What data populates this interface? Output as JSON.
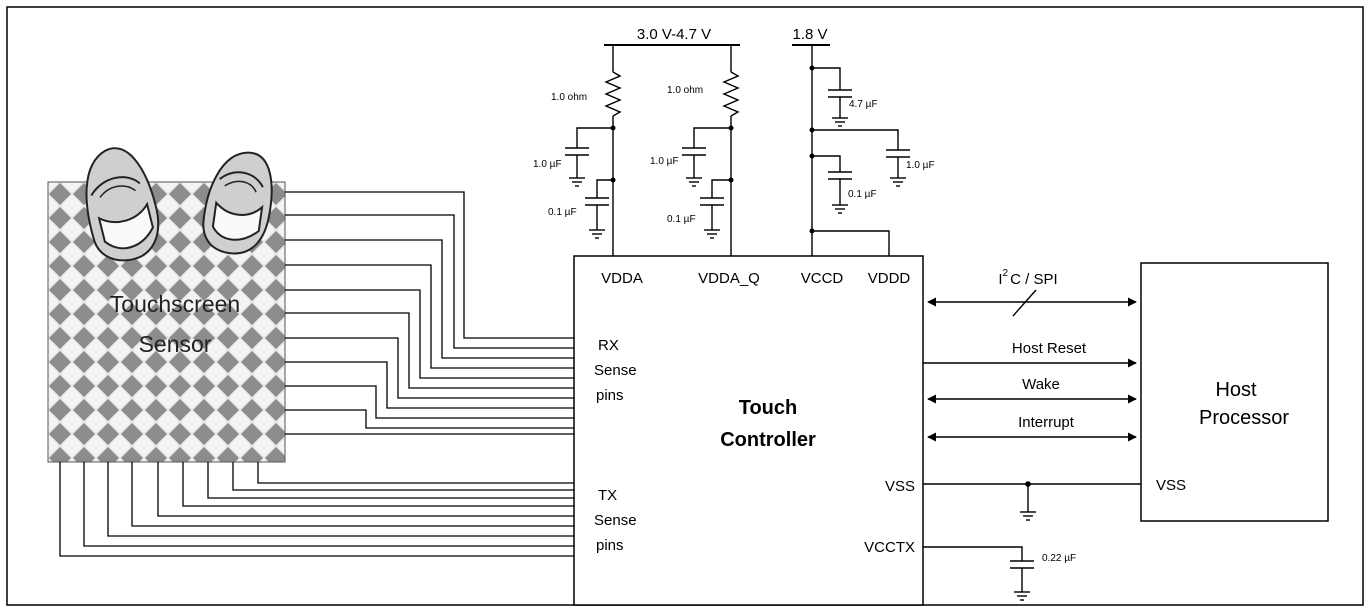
{
  "sensor": {
    "label_line1": "Touchscreen",
    "label_line2": "Sensor"
  },
  "controller": {
    "title_line1": "Touch",
    "title_line2": "Controller",
    "pins": {
      "vdda": "VDDA",
      "vdda_q": "VDDA_Q",
      "vccd": "VCCD",
      "vddd": "VDDD",
      "vss": "VSS",
      "vcctx": "VCCTX"
    },
    "rx_label": [
      "RX",
      "Sense",
      "pins"
    ],
    "tx_label": [
      "TX",
      "Sense",
      "pins"
    ]
  },
  "supplies": {
    "analog": "3.0 V-4.7 V",
    "digital": "1.8 V"
  },
  "components": {
    "r1": "1.0 ohm",
    "r2": "1.0 ohm",
    "c_vdda_1": "1.0 µF",
    "c_vdda_2": "0.1 µF",
    "c_vddaq_1": "1.0 µF",
    "c_vddaq_2": "0.1 µF",
    "c_vccd_1": "4.7 µF",
    "c_vccd_2": "0.1 µF",
    "c_vddd": "1.0 µF",
    "c_vcctx": "0.22 µF"
  },
  "bus": {
    "i2c_i": "I",
    "i2c_sup": "2",
    "i2c_rest": "C / SPI",
    "host_reset": "Host Reset",
    "wake": "Wake",
    "interrupt": "Interrupt"
  },
  "host": {
    "line1": "Host",
    "line2": "Processor",
    "vss": "VSS"
  },
  "colors": {
    "line": "#000000",
    "tile_dark": "#8c8c8c",
    "tile_light": "#e6e6e6"
  }
}
